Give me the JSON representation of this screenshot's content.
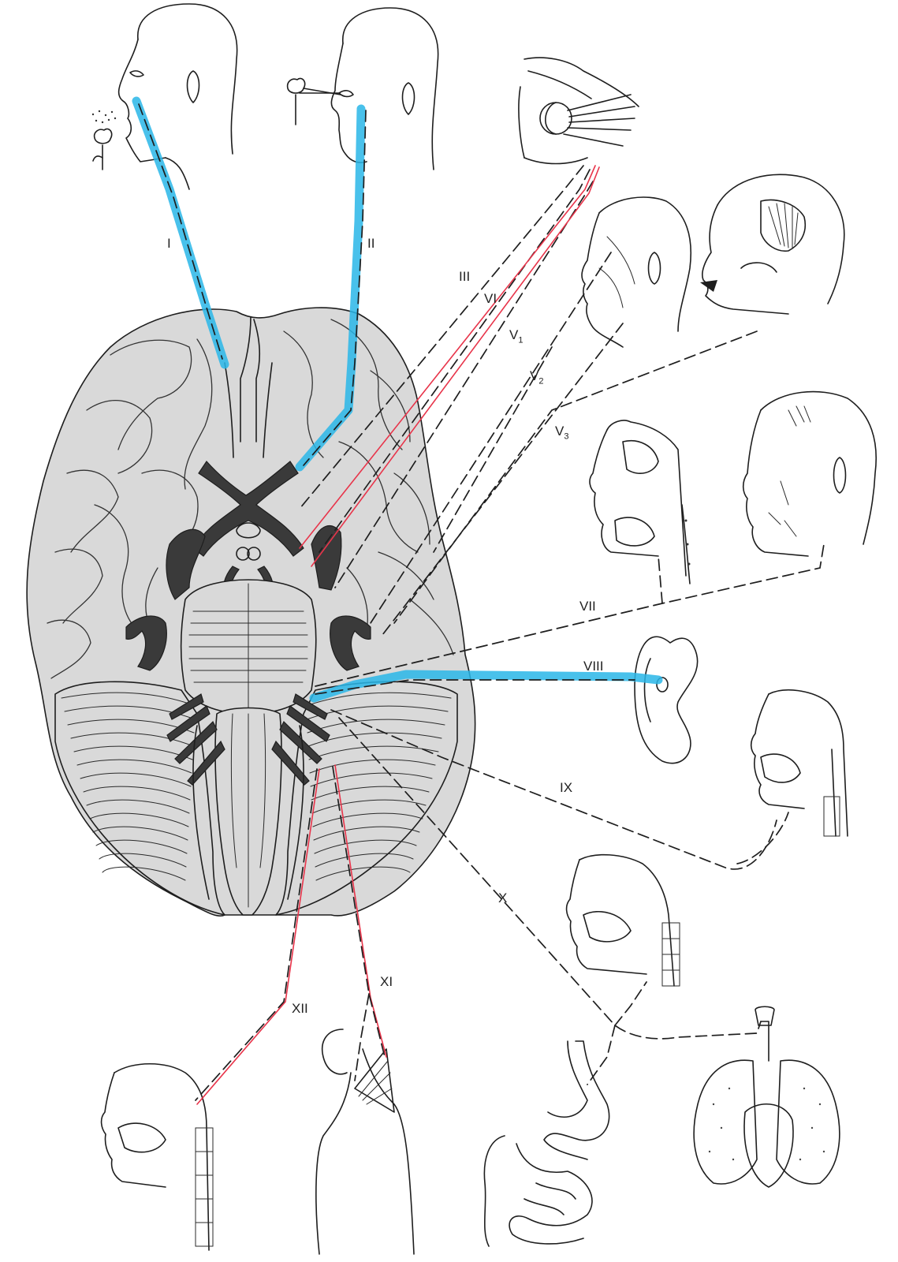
{
  "colors": {
    "sensory_highlight": "#29b6e8",
    "motor_highlight": "#e8344a",
    "brain_fill": "#d9d9d9",
    "ink": "#1e1e1e",
    "background": "#ffffff"
  },
  "labels": {
    "I": "I",
    "II": "II",
    "III": "III",
    "VI": "VI",
    "V1_base": "V",
    "V1_sub": "1",
    "V2_base": "V",
    "V2_sub": "2",
    "V3_base": "V",
    "V3_sub": "3",
    "VII": "VII",
    "VIII": "VIII",
    "IX": "IX",
    "X": "X",
    "XI": "XI",
    "XII": "XII"
  }
}
